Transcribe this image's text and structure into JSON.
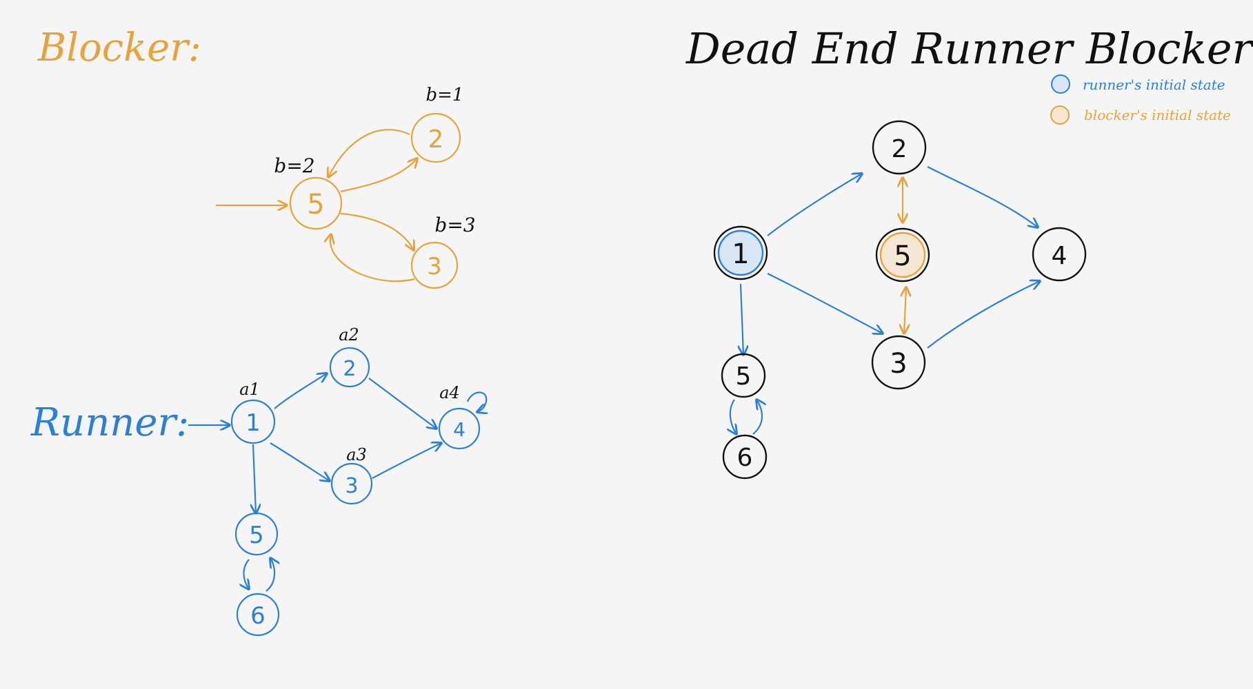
{
  "colors": {
    "background": "#f5f5f5",
    "blocker": "#e8a23a",
    "runner": "#2a7fd8",
    "ink": "#111111",
    "runner_fill": "#d8e6f6",
    "blocker_fill": "#f6e7d4"
  },
  "blocker_section": {
    "title": "Blocker:",
    "nodes": [
      {
        "id": "5",
        "label": "5",
        "caption": "b=2"
      },
      {
        "id": "2",
        "label": "2",
        "caption": "b=1"
      },
      {
        "id": "3",
        "label": "3",
        "caption": "b=3"
      }
    ],
    "edges": [
      {
        "from": "start",
        "to": "5"
      },
      {
        "from": "5",
        "to": "2"
      },
      {
        "from": "2",
        "to": "5"
      },
      {
        "from": "5",
        "to": "3"
      },
      {
        "from": "3",
        "to": "5"
      }
    ]
  },
  "runner_section": {
    "title": "Runner:",
    "nodes": [
      {
        "id": "1",
        "label": "1",
        "caption": "a1"
      },
      {
        "id": "2",
        "label": "2",
        "caption": "a2"
      },
      {
        "id": "3",
        "label": "3",
        "caption": "a3"
      },
      {
        "id": "4",
        "label": "4",
        "caption": "a4"
      },
      {
        "id": "5",
        "label": "5",
        "caption": ""
      },
      {
        "id": "6",
        "label": "6",
        "caption": ""
      }
    ],
    "edges": [
      {
        "from": "start",
        "to": "1"
      },
      {
        "from": "1",
        "to": "2"
      },
      {
        "from": "1",
        "to": "3"
      },
      {
        "from": "1",
        "to": "5"
      },
      {
        "from": "2",
        "to": "4"
      },
      {
        "from": "3",
        "to": "4"
      },
      {
        "from": "4",
        "to": "4"
      },
      {
        "from": "5",
        "to": "6"
      },
      {
        "from": "6",
        "to": "5"
      }
    ]
  },
  "combined_section": {
    "title": "Dead End Runner Blocker",
    "legend": [
      {
        "label": "runner's initial state",
        "color_key": "runner"
      },
      {
        "label": "blocker's initial state",
        "color_key": "blocker"
      }
    ],
    "nodes": [
      {
        "id": "1",
        "label": "1",
        "role": "runner-initial"
      },
      {
        "id": "2",
        "label": "2",
        "role": "normal"
      },
      {
        "id": "5",
        "label": "5",
        "role": "blocker-initial"
      },
      {
        "id": "4",
        "label": "4",
        "role": "normal"
      },
      {
        "id": "3",
        "label": "3",
        "role": "normal"
      },
      {
        "id": "5b",
        "label": "5",
        "role": "normal"
      },
      {
        "id": "6",
        "label": "6",
        "role": "normal"
      }
    ],
    "runner_edges": [
      {
        "from": "1",
        "to": "2"
      },
      {
        "from": "1",
        "to": "3"
      },
      {
        "from": "1",
        "to": "5b"
      },
      {
        "from": "2",
        "to": "4"
      },
      {
        "from": "3",
        "to": "4"
      },
      {
        "from": "5b",
        "to": "6"
      },
      {
        "from": "6",
        "to": "5b"
      }
    ],
    "blocker_edges": [
      {
        "from": "5",
        "to": "2"
      },
      {
        "from": "5",
        "to": "3"
      }
    ]
  }
}
